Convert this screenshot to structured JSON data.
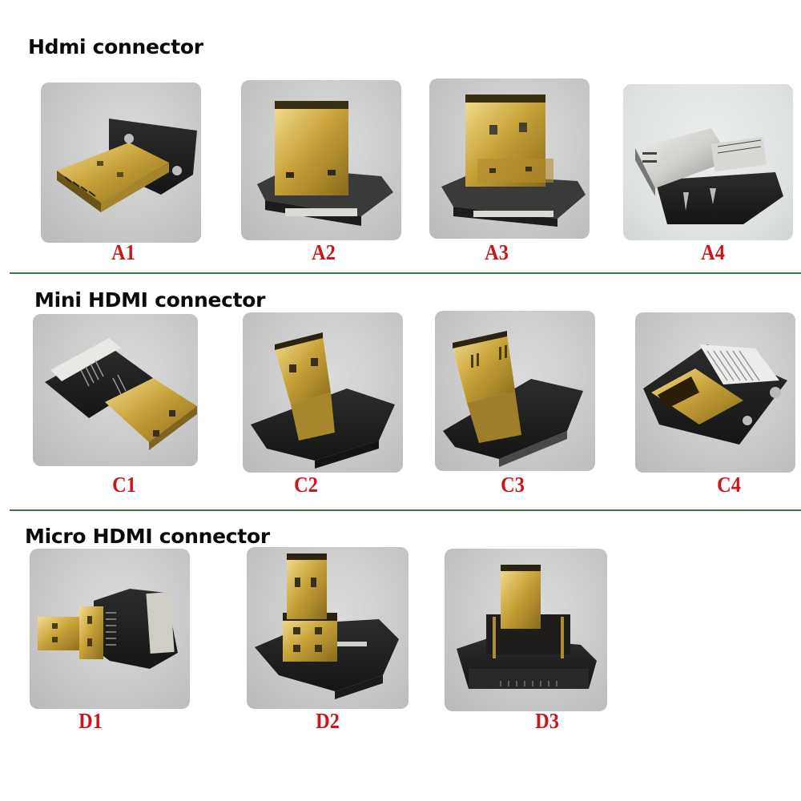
{
  "sections": [
    {
      "title": "Hdmi connector",
      "items": [
        {
          "id": "A1",
          "label": "A1",
          "icon": "hdmi-type-a-male-straight"
        },
        {
          "id": "A2",
          "label": "A2",
          "icon": "hdmi-type-a-male-right-angle"
        },
        {
          "id": "A3",
          "label": "A3",
          "icon": "hdmi-type-a-male-right-angle-alt"
        },
        {
          "id": "A4",
          "label": "A4",
          "icon": "hdmi-type-a-female"
        }
      ]
    },
    {
      "title": "Mini HDMI connector",
      "items": [
        {
          "id": "C1",
          "label": "C1",
          "icon": "mini-hdmi-male-straight"
        },
        {
          "id": "C2",
          "label": "C2",
          "icon": "mini-hdmi-male-right-angle"
        },
        {
          "id": "C3",
          "label": "C3",
          "icon": "mini-hdmi-male-right-angle-alt"
        },
        {
          "id": "C4",
          "label": "C4",
          "icon": "mini-hdmi-female"
        }
      ]
    },
    {
      "title": "Micro HDMI connector",
      "items": [
        {
          "id": "D1",
          "label": "D1",
          "icon": "micro-hdmi-male-straight"
        },
        {
          "id": "D2",
          "label": "D2",
          "icon": "micro-hdmi-male-right-angle"
        },
        {
          "id": "D3",
          "label": "D3",
          "icon": "micro-hdmi-male-right-angle-alt"
        }
      ]
    }
  ],
  "colors": {
    "label": "#c8161d",
    "divider": "#3d7a3d",
    "title": "#0a0a0a",
    "gold": "#c9a43a",
    "pcb": "#1e1f1e",
    "tile_bg": "#c8c8c8"
  }
}
